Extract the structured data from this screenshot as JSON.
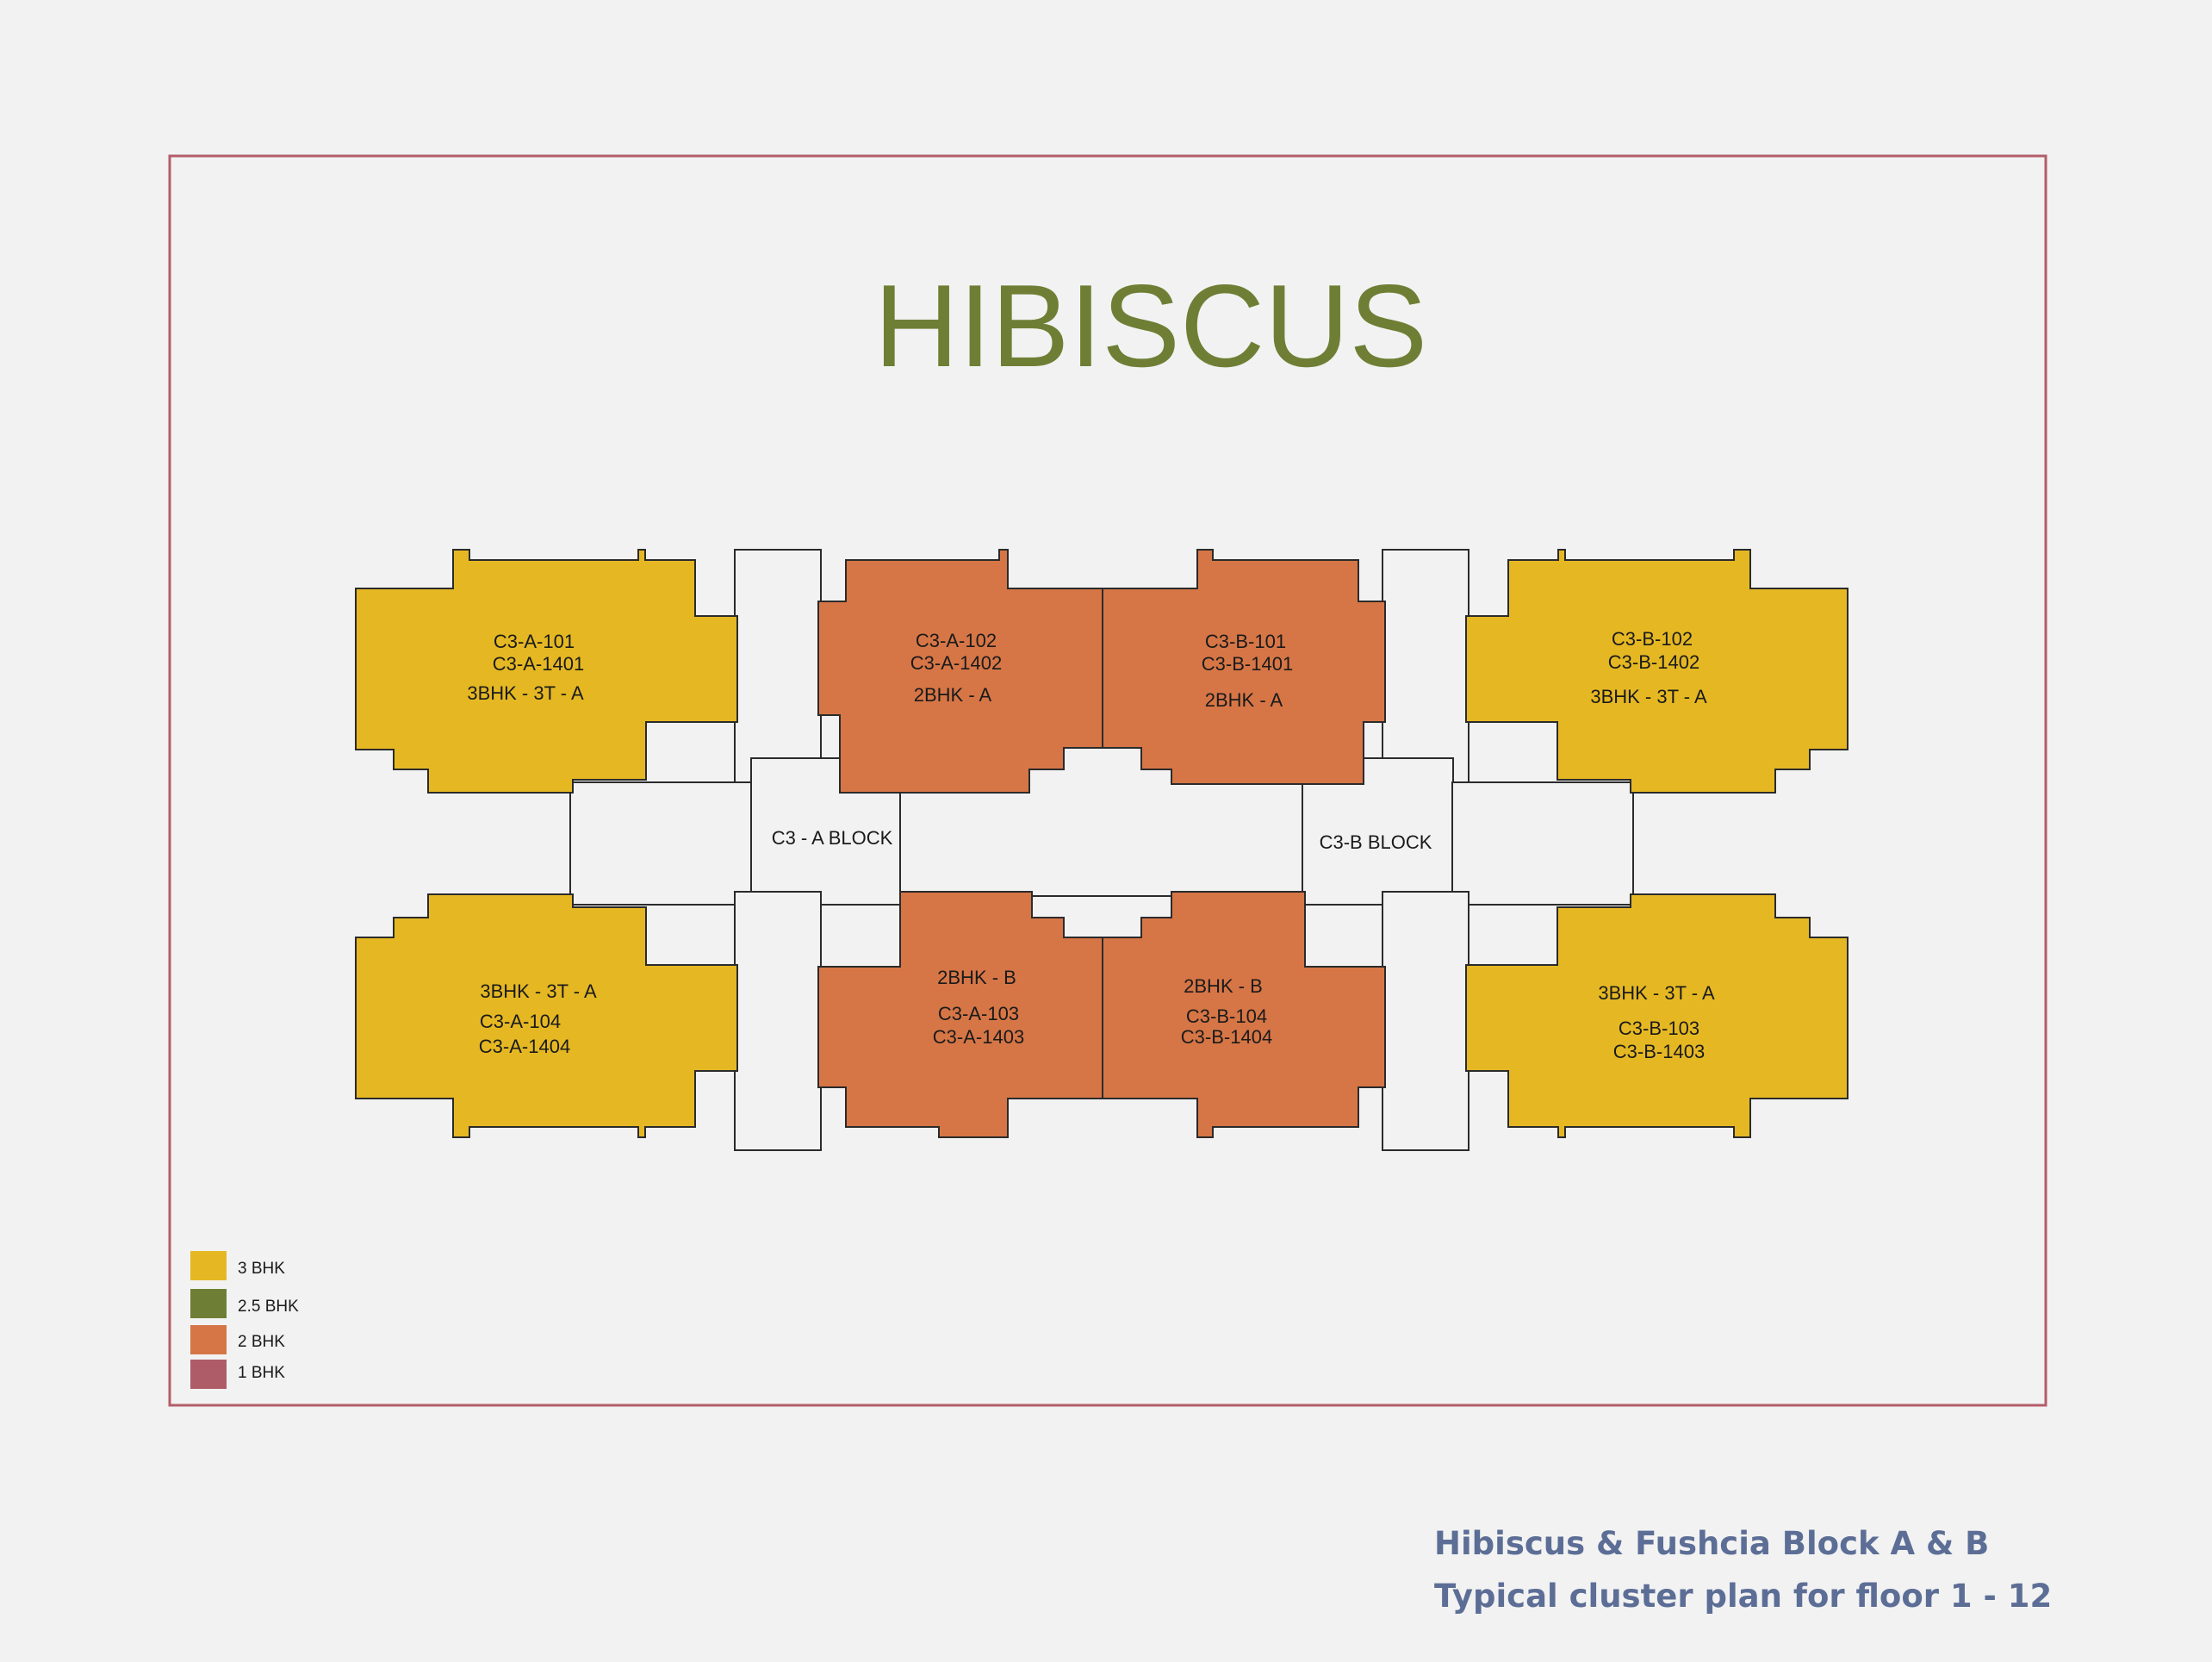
{
  "title": "HIBISCUS",
  "colors": {
    "title": "#6e7f35",
    "frame": "#b45d6a",
    "bhk3": "#e5b823",
    "bhk2_5": "#6e7f35",
    "bhk2": "#d67646",
    "bhk1": "#ad5c68",
    "outline": "#2b2b2b",
    "caption": "#5c6e96"
  },
  "blocks": {
    "a": "C3 - A BLOCK",
    "b": "C3-B BLOCK"
  },
  "units": {
    "a_top_left": {
      "l1": "C3-A-101",
      "l2": "C3-A-1401",
      "l3": "3BHK - 3T - A"
    },
    "a_top_mid": {
      "l1": "C3-A-102",
      "l2": "C3-A-1402",
      "l3": "2BHK - A"
    },
    "b_top_mid": {
      "l1": "C3-B-101",
      "l2": "C3-B-1401",
      "l3": "2BHK - A"
    },
    "b_top_right": {
      "l1": "C3-B-102",
      "l2": "C3-B-1402",
      "l3": "3BHK - 3T - A"
    },
    "a_bottom_left": {
      "l1": "3BHK - 3T - A",
      "l2": "C3-A-104",
      "l3": "C3-A-1404"
    },
    "a_bottom_mid": {
      "l1": "2BHK - B",
      "l2": "C3-A-103",
      "l3": "C3-A-1403"
    },
    "b_bottom_mid": {
      "l1": "2BHK - B",
      "l2": "C3-B-104",
      "l3": "C3-B-1404"
    },
    "b_bottom_right": {
      "l1": "3BHK - 3T - A",
      "l2": "C3-B-103",
      "l3": "C3-B-1403"
    }
  },
  "legend": [
    {
      "label": "3 BHK",
      "color": "#e5b823"
    },
    {
      "label": "2.5 BHK",
      "color": "#6e7f35"
    },
    {
      "label": "2 BHK",
      "color": "#d67646"
    },
    {
      "label": "1 BHK",
      "color": "#ad5c68"
    }
  ],
  "caption": {
    "line1": "Hibiscus & Fushcia Block A & B",
    "line2": "Typical cluster plan for floor 1 - 12"
  }
}
